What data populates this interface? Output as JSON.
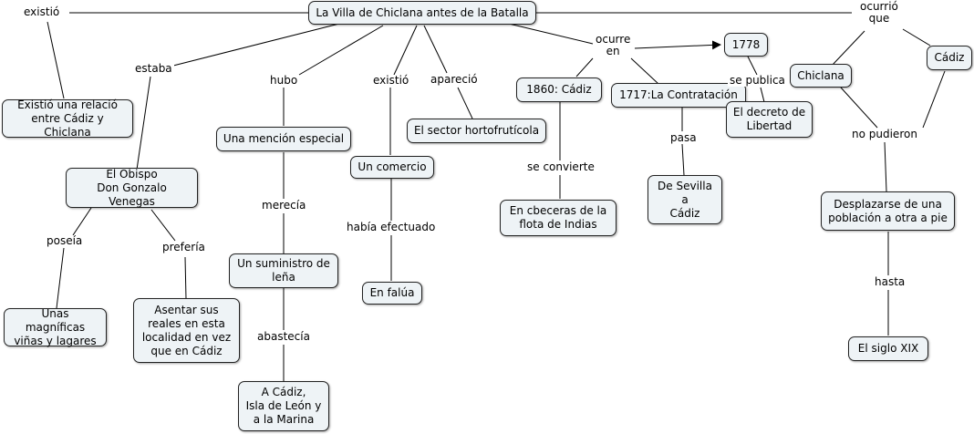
{
  "nodes": {
    "villa": "La Villa de Chiclana antes de la Batalla",
    "relacion": "Existió una relació\nentre Cádiz y Chiclana",
    "obispo": "El Obispo\nDon Gonzalo Venegas",
    "vinas": "Unas magníficas\nviñas y lagares",
    "asentar": "Asentar sus\nreales en esta\nlocalidad en vez\nque en Cádiz",
    "mencion": "Una mención especial",
    "suministro": "Un suministro de\nleña",
    "acadiz": "A Cádiz,\nIsla de León y\na la Marina",
    "comercio": "Un comercio",
    "falua": "En falúa",
    "hortofruticola": "El sector hortofrutícola",
    "n1860": "1860: Cádiz",
    "cabeceras": "En cbeceras de la\nflota de Indias",
    "n1717": "1717:La Contratación",
    "sevilla": "De Sevilla\na\nCádiz",
    "n1778": "1778",
    "decreto": "El decreto de\nLibertad",
    "chiclana": "Chiclana",
    "cadiz": "Cádiz",
    "desplazarse": "Desplazarse de una\npoblación a otra a pie",
    "sigloxix": "El siglo XIX"
  },
  "labels": {
    "existio1": "existió",
    "estaba": "estaba",
    "hubo": "hubo",
    "existio2": "existió",
    "aparecio": "apareció",
    "ocurre_en": "ocurre\nen",
    "ocurrio_que": "ocurrió\nque",
    "poseia": "poseía",
    "preferia": "prefería",
    "merecia": "merecía",
    "abastecia": "abastecía",
    "habia_efectuado": "había efectuado",
    "se_convierte": "se convierte",
    "pasa": "pasa",
    "se_publica": "se publica",
    "no_pudieron": "no pudieron",
    "hasta": "hasta"
  }
}
